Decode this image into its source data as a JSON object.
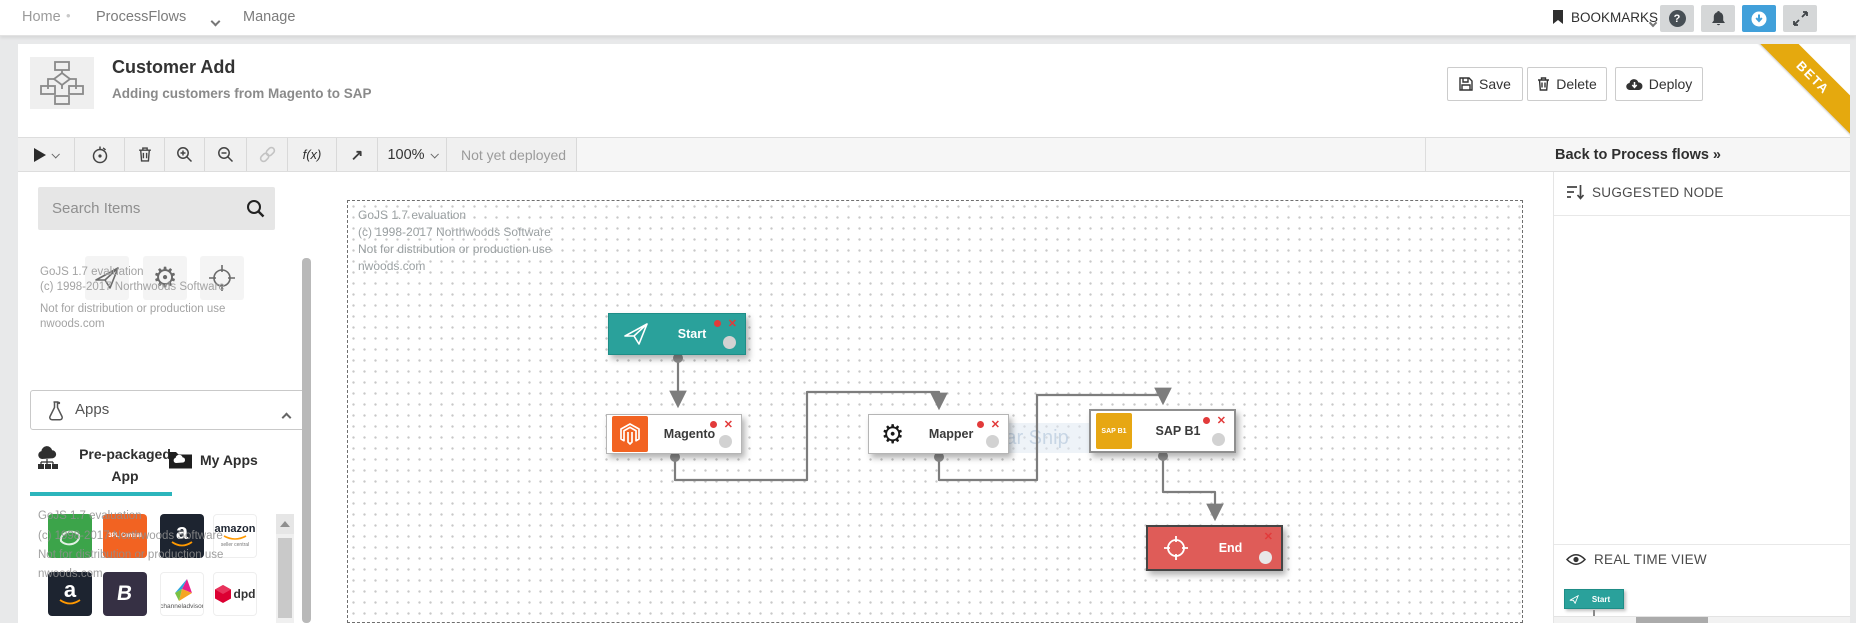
{
  "nav": {
    "breadcrumbs": [
      "Home",
      "ProcessFlows",
      "Manage"
    ],
    "separator_dot": "•",
    "bookmarks_label": "BOOKMARKS"
  },
  "header": {
    "title": "Customer Add",
    "subtitle": "Adding customers from Magento to SAP",
    "save_label": "Save",
    "delete_label": "Delete",
    "deploy_label": "Deploy",
    "beta_ribbon": "BETA"
  },
  "toolbar": {
    "zoom_level": "100%",
    "status": "Not yet deployed",
    "back_link": "Back to Process flows »",
    "fx_label": "f(x)",
    "expand_glyph": "↗"
  },
  "icons": {
    "close_glyph": "✕",
    "help_glyph": "?",
    "gear_glyph": "⚙"
  },
  "watermark": {
    "line1": "GoJS 1.7 evaluation",
    "line2": "(c) 1998-2017 Northwoods Software",
    "line3": "Not for distribution or production use",
    "line4": "nwoods.com"
  },
  "sidebar": {
    "search_placeholder": "Search Items",
    "apps_section_label": "Apps",
    "tabs": [
      {
        "label": "Pre-packaged App",
        "active": true
      },
      {
        "label": "My Apps",
        "active": false
      }
    ],
    "app_tiles": [
      {
        "id": "green-app",
        "label": ""
      },
      {
        "id": "3pl-central",
        "label": "3PL Central"
      },
      {
        "id": "amazon-dark",
        "label": "a"
      },
      {
        "id": "amazon-seller-central",
        "label": "amazon",
        "sub": "seller central"
      },
      {
        "id": "amazon-dark-2",
        "label": "a"
      },
      {
        "id": "bigcommerce",
        "label": "B"
      },
      {
        "id": "channeladvisor",
        "label": "channeladvisor"
      },
      {
        "id": "dpd",
        "label": "dpd"
      }
    ]
  },
  "canvas": {
    "artifact_text": "Rectangular Snip",
    "nodes": [
      {
        "label": "Start",
        "type": "start",
        "color": "#2aa19b"
      },
      {
        "label": "Magento",
        "type": "app",
        "tile_color": "#f26322"
      },
      {
        "label": "Mapper",
        "type": "mapper"
      },
      {
        "label": "SAP B1",
        "type": "app",
        "tile_color": "#e7a713",
        "tile_label": "SAP B1"
      },
      {
        "label": "End",
        "type": "end",
        "color": "#df5c58"
      }
    ]
  },
  "right_panel": {
    "suggested_node_label": "SUGGESTED NODE",
    "real_time_view_label": "REAL TIME VIEW",
    "mini_node_label": "Start"
  },
  "colors": {
    "accent_teal": "#2cb5bc",
    "node_teal": "#2aa19b",
    "node_red": "#df5c58",
    "magento_orange": "#f26322",
    "sap_gold": "#e7a713",
    "beta_gold": "#e5a90e",
    "nav_blue": "#41a0da",
    "dpd_red": "#dc0032"
  }
}
